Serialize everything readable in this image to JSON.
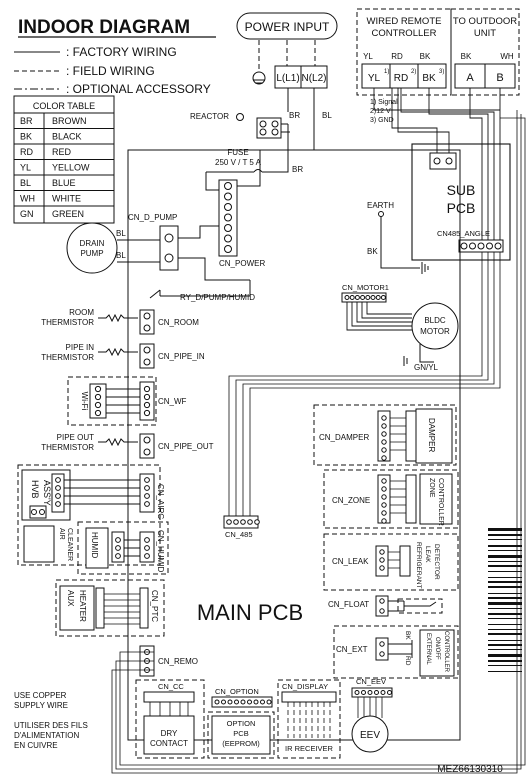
{
  "title": "INDOOR DIAGRAM",
  "legend": [
    {
      "label": ": FACTORY WIRING"
    },
    {
      "label": ": FIELD WIRING"
    },
    {
      "label": ": OPTIONAL ACCESSORY"
    }
  ],
  "color_table": {
    "title": "COLOR TABLE",
    "rows": [
      {
        "code": "BR",
        "name": "BROWN"
      },
      {
        "code": "BK",
        "name": "BLACK"
      },
      {
        "code": "RD",
        "name": "RED"
      },
      {
        "code": "YL",
        "name": "YELLOW"
      },
      {
        "code": "BL",
        "name": "BLUE"
      },
      {
        "code": "WH",
        "name": "WHITE"
      },
      {
        "code": "GN",
        "name": "GREEN"
      }
    ]
  },
  "power_input": {
    "label": "POWER INPUT",
    "terminals": [
      "L(L1)",
      "N(L2)"
    ]
  },
  "wired_remote": {
    "label1": "WIRED REMOTE",
    "label2": "CONTROLLER",
    "wires": [
      "YL",
      "RD",
      "BK"
    ],
    "terminals": [
      "YL",
      "RD",
      "BK"
    ],
    "sups": [
      "1)",
      "2)",
      "3)"
    ],
    "notes": [
      "1) Signal",
      "2)12 V",
      "3) GND"
    ]
  },
  "outdoor": {
    "label1": "TO OUTDOOR",
    "label2": "UNIT",
    "wires": [
      "BK",
      "WH"
    ],
    "terminals": [
      "A",
      "B"
    ]
  },
  "reactor": "REACTOR",
  "fuse": {
    "label": "FUSE",
    "rating": "250 V / T 5 A"
  },
  "wire_br": "BR",
  "wire_bl": "BL",
  "wire_bk": "BK",
  "sub_pcb": {
    "line1": "SUB",
    "line2": "PCB",
    "connector": "CN485_ANGLE"
  },
  "earth": "EARTH",
  "drain_pump": {
    "line1": "DRAIN",
    "line2": "PUMP"
  },
  "connectors": {
    "d_pump": "CN_D_PUMP",
    "power": "CN_POWER",
    "relay": "RY_D/PUMP/HUMID",
    "motor1": "CN_MOTOR1",
    "room": "CN_ROOM",
    "pipe_in": "CN_PIPE_IN",
    "wf": "CN_WF",
    "pipe_out": "CN_PIPE_OUT",
    "airc": "CN_AIRC",
    "humid": "CN_HUMID",
    "ptc": "CN_PTC",
    "remo": "CN_REMO",
    "cn485": "CN_485",
    "damper": "CN_DAMPER",
    "zone": "CN_ZONE",
    "leak": "CN_LEAK",
    "float": "CN_FLOAT",
    "ext": "CN_EXT",
    "cc": "CN_CC",
    "option": "CN_OPTION",
    "display": "CN_DISPLAY",
    "eev": "CN_EEV"
  },
  "thermistors": {
    "room": [
      "ROOM",
      "THERMISTOR"
    ],
    "pipe_in": [
      "PIPE IN",
      "THERMISTOR"
    ],
    "pipe_out": [
      "PIPE OUT",
      "THERMISTOR"
    ]
  },
  "motor": {
    "line1": "BLDC",
    "line2": "MOTOR",
    "ground": "GN/YL"
  },
  "accessories": {
    "wifi": "Wi-Fi",
    "hvb": [
      "HVB",
      "ASS'Y"
    ],
    "air_cleaner": [
      "AIR",
      "CLEANER"
    ],
    "humid": "HUMID",
    "aux_heater": [
      "AUX",
      "HEATER"
    ],
    "damper": "DAMPER",
    "zone_controller": [
      "ZONE",
      "CONTROLLER"
    ],
    "leak_detector": [
      "REFRIGERANT",
      "LEAK",
      "DETECTOR"
    ],
    "ext_controller": [
      "EXTERNAL",
      "ON/OFF",
      "CONTROLLER"
    ],
    "ext_wires": [
      "BK",
      "RD"
    ],
    "dry_contact": [
      "DRY",
      "CONTACT"
    ],
    "option_pcb": [
      "OPTION",
      "PCB",
      "(EEPROM)"
    ],
    "ir_receiver": "IR RECEIVER",
    "eev": "EEV"
  },
  "main_pcb": "MAIN PCB",
  "notes": {
    "copper_en": [
      "USE COPPER",
      "SUPPLY WIRE"
    ],
    "copper_fr": [
      "UTILISER DES FILS",
      "D'ALIMENTATION",
      "EN CUIVRE"
    ]
  },
  "part_number": "MEZ66130310"
}
